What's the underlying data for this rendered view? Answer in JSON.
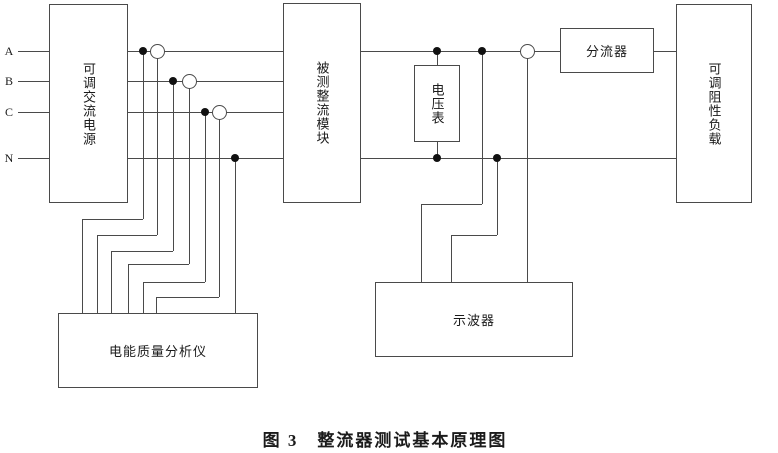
{
  "diagram": {
    "phases": [
      "A",
      "B",
      "C",
      "N"
    ],
    "blocks": {
      "ac_source": "可调交流电源",
      "rectifier": "被测整流模块",
      "voltmeter": "电压表",
      "shunt": "分流器",
      "load": "可调阻性负载",
      "analyzer": "电能质量分析仪",
      "oscilloscope": "示波器"
    },
    "caption": "图 3　整流器测试基本原理图",
    "colors": {
      "background": "#ffffff",
      "line": "#4a4a4a",
      "junction_dot": "#111111",
      "text": "#1b1b1b"
    }
  }
}
